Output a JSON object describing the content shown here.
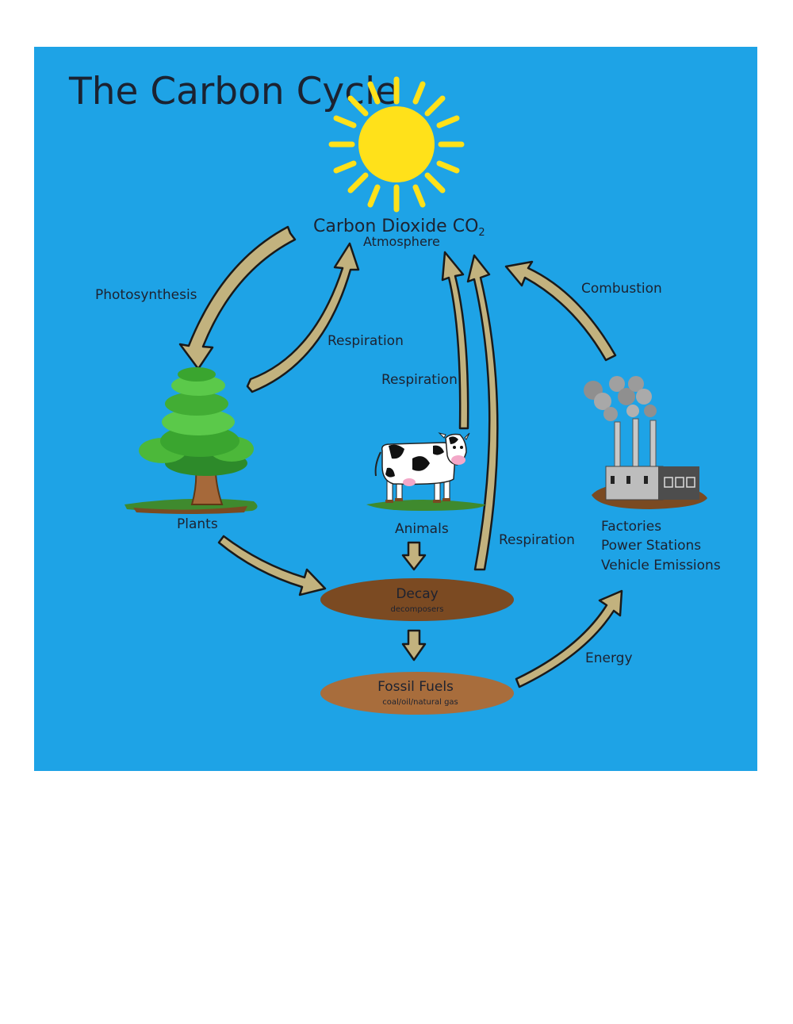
{
  "title": "The Carbon Cycle",
  "atmosphere": {
    "label": "Carbon Dioxide CO",
    "subscript": "2",
    "sublabel": "Atmosphere"
  },
  "process_labels": {
    "photosynthesis": "Photosynthesis",
    "respiration_plants": "Respiration",
    "respiration_animals": "Respiration",
    "respiration_decay": "Respiration",
    "combustion": "Combustion",
    "energy": "Energy"
  },
  "nodes": {
    "plants": "Plants",
    "animals": "Animals",
    "factories": [
      "Factories",
      "Power Stations",
      "Vehicle Emissions"
    ],
    "decay": {
      "label": "Decay",
      "sublabel": "decomposers"
    },
    "fossil_fuels": {
      "label": "Fossil Fuels",
      "sublabel": "coal/oil/natural gas"
    }
  },
  "colors": {
    "background": "#1ea3e6",
    "arrow": "#c2b27e",
    "sun": "#ffe11a",
    "decay": "#7b4a22",
    "fossil_fuels": "#a86d3c"
  }
}
